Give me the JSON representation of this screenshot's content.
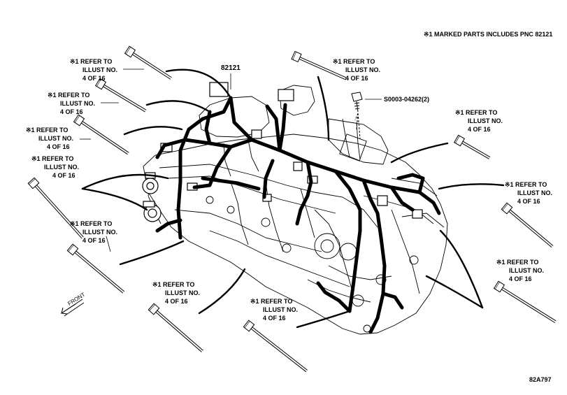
{
  "header_note": "※1 MARKED PARTS INCLUDES PNC 82121",
  "main_part_number": "82121",
  "bolt_part_number": "S0003-04262(2)",
  "front_label": "FRONT",
  "diagram_code": "82A797",
  "clamp_callout": {
    "line1": "※1 REFER TO",
    "line2": "ILLUST NO.",
    "line3": "4 OF 16"
  },
  "colors": {
    "ink": "#000000",
    "background": "#ffffff"
  }
}
